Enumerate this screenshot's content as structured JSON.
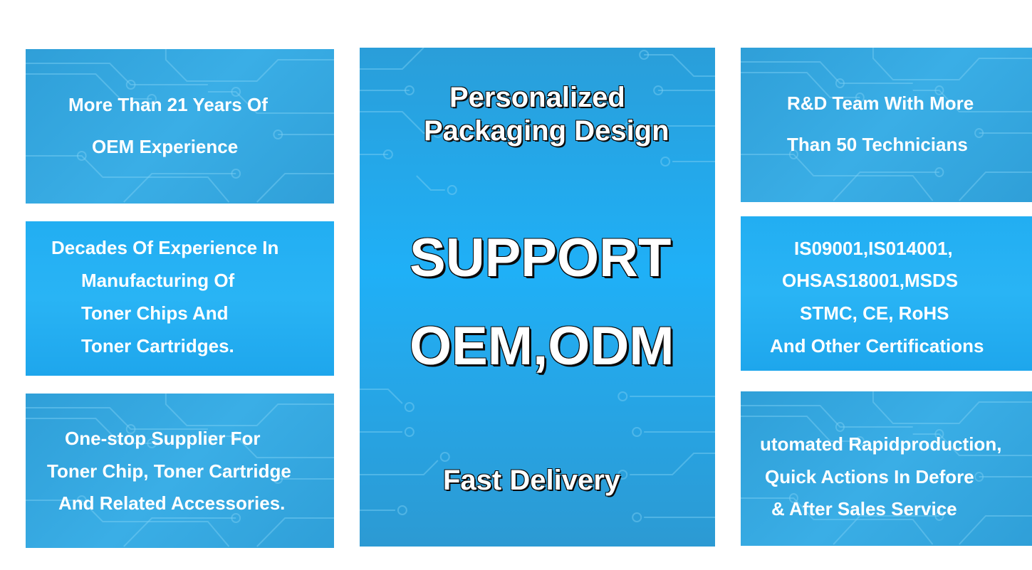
{
  "left_panels": [
    {
      "lines": [
        "More Than 21 Years Of",
        "OEM Experience"
      ]
    },
    {
      "lines": [
        "Decades Of Experience In",
        "Manufacturing Of",
        "Toner Chips And",
        "Toner Cartridges."
      ]
    },
    {
      "lines": [
        "One-stop Supplier For",
        "Toner Chip, Toner Cartridge",
        "And Related Accessories."
      ]
    }
  ],
  "center_panel": {
    "headline_1": "Personalized",
    "headline_2": "Packaging Design",
    "support": "SUPPORT",
    "oem_odm": "OEM,ODM",
    "footer": "Fast Delivery"
  },
  "right_panels": [
    {
      "lines": [
        "R&D Team With More",
        "Than 50 Technicians"
      ]
    },
    {
      "lines": [
        "IS09001,IS014001,",
        "OHSAS18001,MSDS",
        "STMC, CE, RoHS",
        "And Other Certifications"
      ]
    },
    {
      "lines": [
        "utomated Rapidproduction,",
        "Quick Actions In Defore",
        "& After Sales Service"
      ]
    }
  ],
  "colors": {
    "panel_blue": "#2f9fd8",
    "panel_light_blue": "#22aef2",
    "text": "#ffffff",
    "outline": "#0a0a0a"
  }
}
